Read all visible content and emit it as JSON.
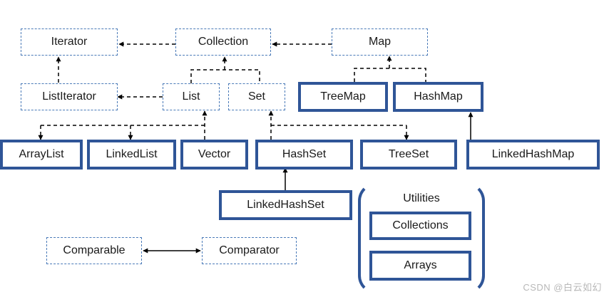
{
  "diagram": {
    "nodes": {
      "iterator": "Iterator",
      "collection": "Collection",
      "map": "Map",
      "list_iterator": "ListIterator",
      "list": "List",
      "set": "Set",
      "tree_map": "TreeMap",
      "hash_map": "HashMap",
      "array_list": "ArrayList",
      "linked_list": "LinkedList",
      "vector": "Vector",
      "hash_set": "HashSet",
      "tree_set": "TreeSet",
      "linked_hash_map": "LinkedHashMap",
      "linked_hash_set": "LinkedHashSet",
      "comparable": "Comparable",
      "comparator": "Comparator"
    },
    "utilities": {
      "title": "Utilities",
      "collections": "Collections",
      "arrays": "Arrays"
    },
    "colors": {
      "interface_border": "#4a7ab8",
      "class_border": "#2f5597",
      "arrow": "#000000"
    }
  },
  "watermark": "CSDN @白云如幻"
}
